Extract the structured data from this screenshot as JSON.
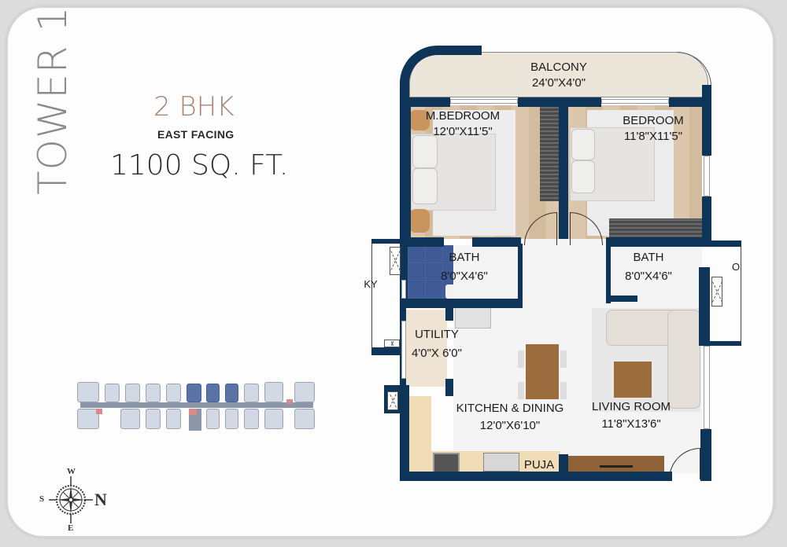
{
  "tower": {
    "label": "TOWER 1"
  },
  "unit": {
    "type": "2 BHK",
    "facing": "EAST FACING",
    "area": "1100 SQ. FT."
  },
  "compass": {
    "top": "W",
    "left": "S",
    "right": "N",
    "bottom": "E"
  },
  "rooms": {
    "balcony": {
      "name": "BALCONY",
      "size": "24'0\"X4'0\""
    },
    "master_bedroom": {
      "name": "M.BEDROOM",
      "size": "12'0\"X11'5\""
    },
    "bedroom": {
      "name": "BEDROOM",
      "size": "11'8\"X11'5\""
    },
    "bath1": {
      "name": "BATH",
      "size": "8'0\"X4'6\""
    },
    "bath2": {
      "name": "BATH",
      "size": "8'0\"X4'6\""
    },
    "utility": {
      "name": "UTILITY",
      "size": "4'0\"X 6'0\""
    },
    "kitchen": {
      "name": "KITCHEN & DINING",
      "size": "12'0\"X6'10\""
    },
    "living": {
      "name": "LIVING ROOM",
      "size": "11'8\"X13'6\""
    },
    "puja": {
      "name": "PUJA"
    },
    "left_duct": {
      "name": "KY"
    },
    "right_duct": {
      "name": "O"
    }
  },
  "colors": {
    "wall": "#0e3558",
    "accent_bhk": "#a98471",
    "key_plan_selected": "#5a73a7",
    "key_plan_unit": "#d3d9e4"
  }
}
